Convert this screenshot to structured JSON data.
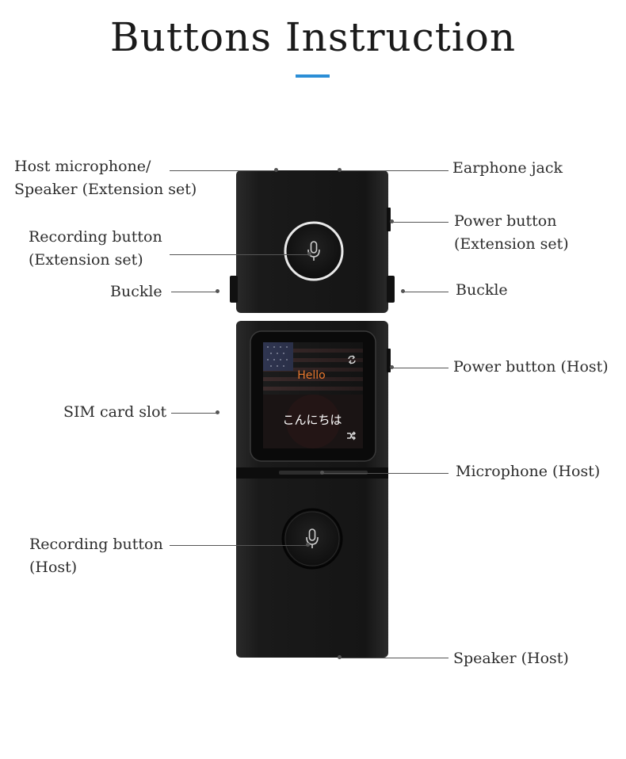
{
  "title": "Buttons Instruction",
  "colors": {
    "accent": "#2b8ed6",
    "hello_text": "#e8762d",
    "device_body": "#1b1b1b"
  },
  "screen": {
    "greeting": "Hello",
    "translation": "こんにちは"
  },
  "icons": [
    "microphone-icon",
    "refresh-icon",
    "shuffle-icon",
    "us-flag-icon"
  ],
  "labels": {
    "host_microphone": [
      "Host microphone/",
      "Speaker (Extension set)"
    ],
    "earphone_jack": [
      "Earphone jack"
    ],
    "power_button_ext": [
      "Power button",
      "(Extension set)"
    ],
    "recording_button_ext": [
      "Recording button",
      "(Extension set)"
    ],
    "buckle_left": [
      "Buckle"
    ],
    "buckle_right": [
      "Buckle"
    ],
    "power_button_host": [
      "Power button (Host)"
    ],
    "sim_card_slot": [
      "SIM card slot"
    ],
    "microphone_host": [
      "Microphone (Host)"
    ],
    "recording_button_host": [
      "Recording button",
      "(Host)"
    ],
    "speaker_host": [
      "Speaker (Host)"
    ]
  }
}
